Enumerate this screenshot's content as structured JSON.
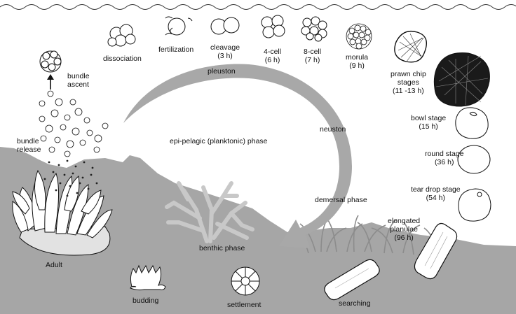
{
  "phases": {
    "pleuston": "pleuston",
    "epi_pelagic": "epi-pelagic (planktonic) phase",
    "neuston": "neuston",
    "demersal": "demersal phase",
    "benthic": "benthic phase"
  },
  "stages": {
    "dissociation": "dissociation",
    "fertilization": "fertilization",
    "cleavage": [
      "cleavage",
      "(3 h)"
    ],
    "four_cell": [
      "4-cell",
      "(6 h)"
    ],
    "eight_cell": [
      "8-cell",
      "(7 h)"
    ],
    "morula": [
      "morula",
      "(9 h)"
    ],
    "prawn_chip": [
      "prawn chip",
      "stages",
      "(11 -13 h)"
    ],
    "bowl": [
      "bowl stage",
      "(15 h)"
    ],
    "round": [
      "round stage",
      "(36 h)"
    ],
    "tear_drop": [
      "tear drop stage",
      "(54 h)"
    ],
    "elongated": [
      "elongated",
      "planulae",
      "(96 h)"
    ],
    "searching": "searching",
    "settlement": "settlement",
    "budding": "budding",
    "adult": "Adult",
    "bundle_release": [
      "bundle",
      "release"
    ],
    "bundle_ascent": [
      "bundle",
      "ascent"
    ]
  },
  "colors": {
    "seafloor": "#a6a6a6",
    "arrow": "#a8a8a8",
    "coral": "#c6c6c6",
    "line": "#111111"
  }
}
